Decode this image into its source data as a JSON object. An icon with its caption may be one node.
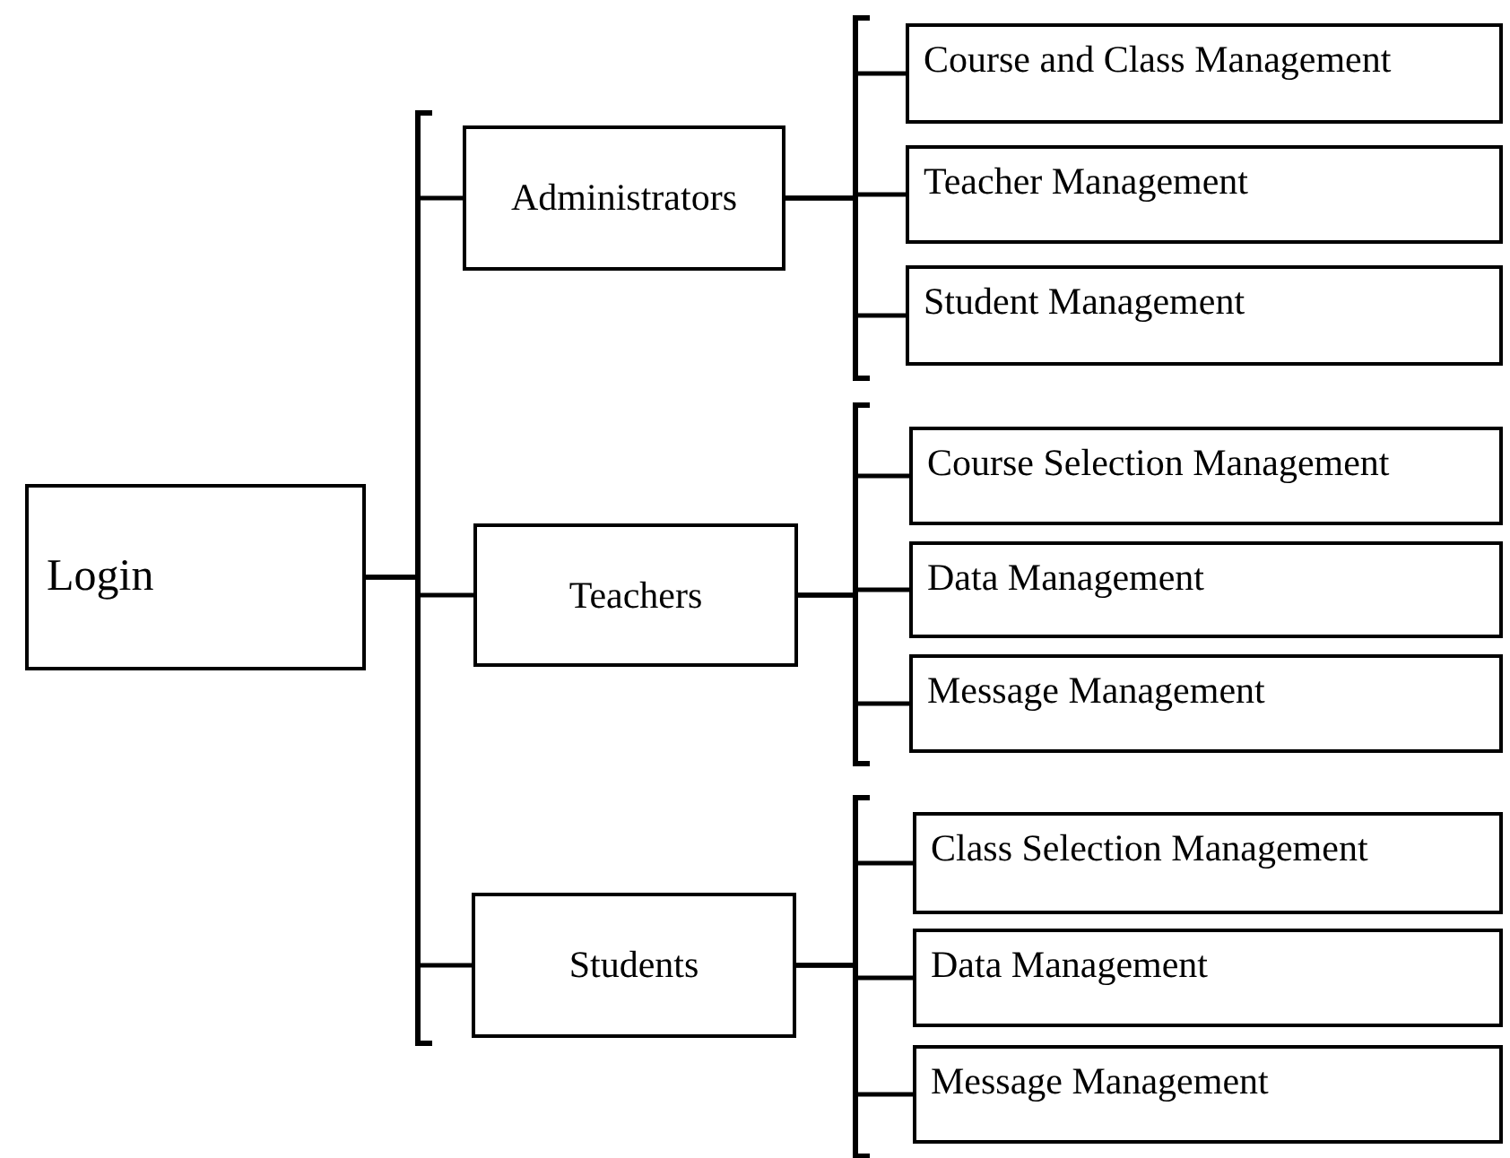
{
  "diagram": {
    "nodes": [
      {
        "text": [
          "Login"
        ]
      },
      {
        "text": [
          "Administrators"
        ]
      },
      {
        "text": [
          "Teachers"
        ]
      },
      {
        "text": [
          "Students"
        ]
      },
      {
        "text": [
          "Course and Class Management"
        ]
      },
      {
        "text": [
          "Teacher Management"
        ]
      },
      {
        "text": [
          "Student Management"
        ]
      },
      {
        "text": [
          "Course Selection Management"
        ]
      },
      {
        "text": [
          "Data Management"
        ]
      },
      {
        "text": [
          "Message Management"
        ]
      },
      {
        "text": [
          "Class Selection Management"
        ]
      },
      {
        "text": [
          "Data Management"
        ]
      },
      {
        "text": [
          "Message Management"
        ]
      }
    ],
    "edges": [
      {
        "from": 0,
        "to": 1,
        "arrow": "none"
      },
      {
        "from": 0,
        "to": 2,
        "arrow": "none"
      },
      {
        "from": 0,
        "to": 3,
        "arrow": "none"
      },
      {
        "from": 1,
        "to": 4,
        "arrow": "none"
      },
      {
        "from": 1,
        "to": 5,
        "arrow": "none"
      },
      {
        "from": 1,
        "to": 6,
        "arrow": "none"
      },
      {
        "from": 2,
        "to": 7,
        "arrow": "none"
      },
      {
        "from": 2,
        "to": 8,
        "arrow": "none"
      },
      {
        "from": 2,
        "to": 9,
        "arrow": "none"
      },
      {
        "from": 3,
        "to": 10,
        "arrow": "none"
      },
      {
        "from": 3,
        "to": 11,
        "arrow": "none"
      },
      {
        "from": 3,
        "to": 12,
        "arrow": "none"
      }
    ]
  }
}
